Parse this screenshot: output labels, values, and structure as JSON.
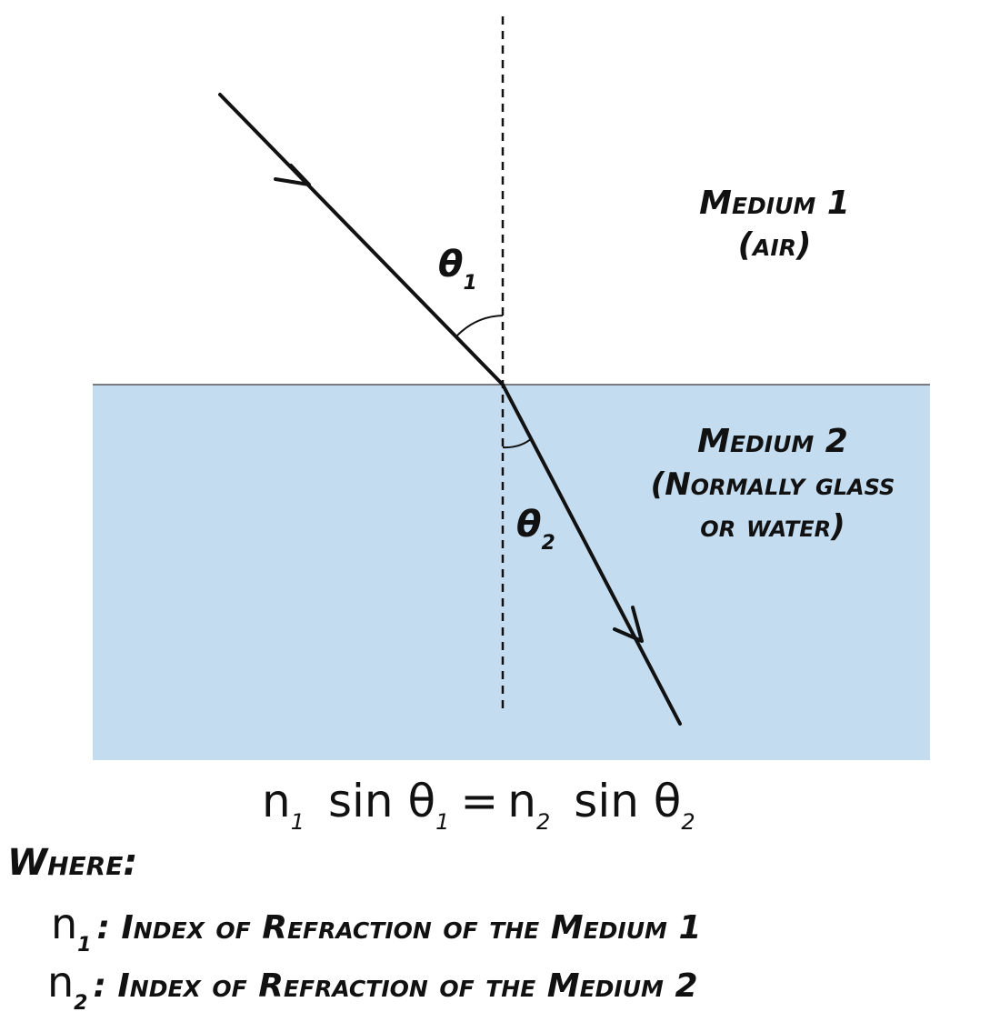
{
  "colors": {
    "medium2_fill": "#c4dcf0",
    "ray": "#111111",
    "interface_line": "#555555",
    "background": "#ffffff"
  },
  "medium1": {
    "title": "Medium 1",
    "subtitle": "(air)"
  },
  "medium2": {
    "title": "Medium 2",
    "line1": "(Normally glass",
    "line2": "or water)"
  },
  "angles": {
    "theta1": {
      "symbol": "θ",
      "subscript": "1"
    },
    "theta2": {
      "symbol": "θ",
      "subscript": "2"
    }
  },
  "equation": {
    "n1": "n",
    "n1_sub": "1",
    "sin1": "sin θ",
    "sin1_sub": "1",
    "equals": "=",
    "n2": "n",
    "n2_sub": "2",
    "sin2": "sin θ",
    "sin2_sub": "2"
  },
  "legend": {
    "heading": "Where:",
    "items": [
      {
        "symbol": "n",
        "sub": "1",
        "text": ": Index of Refraction of the Medium 1"
      },
      {
        "symbol": "n",
        "sub": "2",
        "text": ": Index of Refraction of the Medium 2"
      }
    ]
  }
}
